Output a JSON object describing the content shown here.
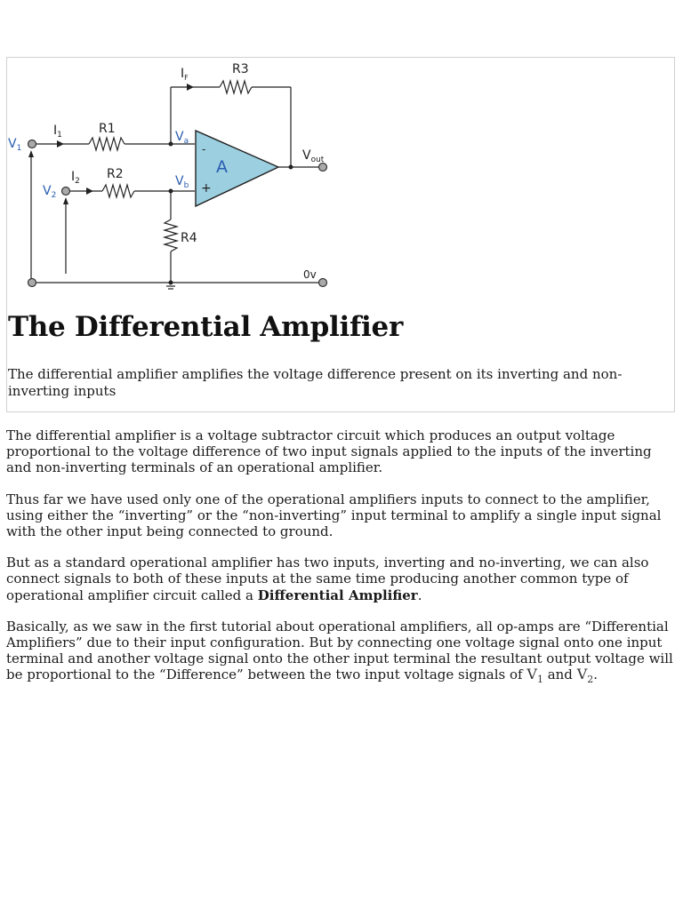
{
  "diagram": {
    "inputs": {
      "v1": "V",
      "v1_sub": "1",
      "v2": "V",
      "v2_sub": "2"
    },
    "currents": {
      "i1": "I",
      "i1_sub": "1",
      "i2": "I",
      "i2_sub": "2",
      "if": "I",
      "if_sub": "F"
    },
    "resistors": {
      "r1": "R1",
      "r2": "R2",
      "r3": "R3",
      "r4": "R4"
    },
    "nodes": {
      "va": "V",
      "va_sub": "a",
      "vb": "V",
      "vb_sub": "b"
    },
    "opamp": {
      "label": "A",
      "minus": "-",
      "plus": "+"
    },
    "output": {
      "vout": "V",
      "vout_sub": "out",
      "ground": "0v"
    },
    "colors": {
      "opamp_fill": "#9ccfe0",
      "input_label": "#2a5db0",
      "wire": "#222222"
    }
  },
  "card": {
    "title": "The Differential Amplifier",
    "subtitle": "The differential amplifier amplifies the voltage difference present on its inverting and non-inverting inputs"
  },
  "article": {
    "p1": "The differential amplifier is a voltage subtractor circuit which produces an output voltage proportional to the voltage difference of two input signals applied to the inputs of the inverting and non-inverting terminals of an operational amplifier.",
    "p2": "Thus far we have used only one of the operational amplifiers inputs to connect to the amplifier, using either the “inverting” or the “non-inverting” input terminal to amplify a single input signal with the other input being connected to ground.",
    "p3_before": "But as a standard operational amplifier has two inputs, inverting and no-inverting, we can also connect signals to both of these inputs at the same time producing another common type of operational amplifier circuit called a ",
    "p3_bold": "Differential Amplifier",
    "p3_after": ".",
    "p4_before": "Basically, as we saw in the first tutorial about operational amplifiers, all op-amps are “Differential Amplifiers” due to their input configuration. But by connecting one voltage signal onto one input terminal and another voltage signal onto the other input terminal the resultant output voltage will be proportional to the “Difference” between the two input voltage signals of ",
    "sym1": "V",
    "sym1_sub": "1",
    "p4_mid": " and ",
    "sym2": "V",
    "sym2_sub": "2",
    "p4_after": "."
  }
}
